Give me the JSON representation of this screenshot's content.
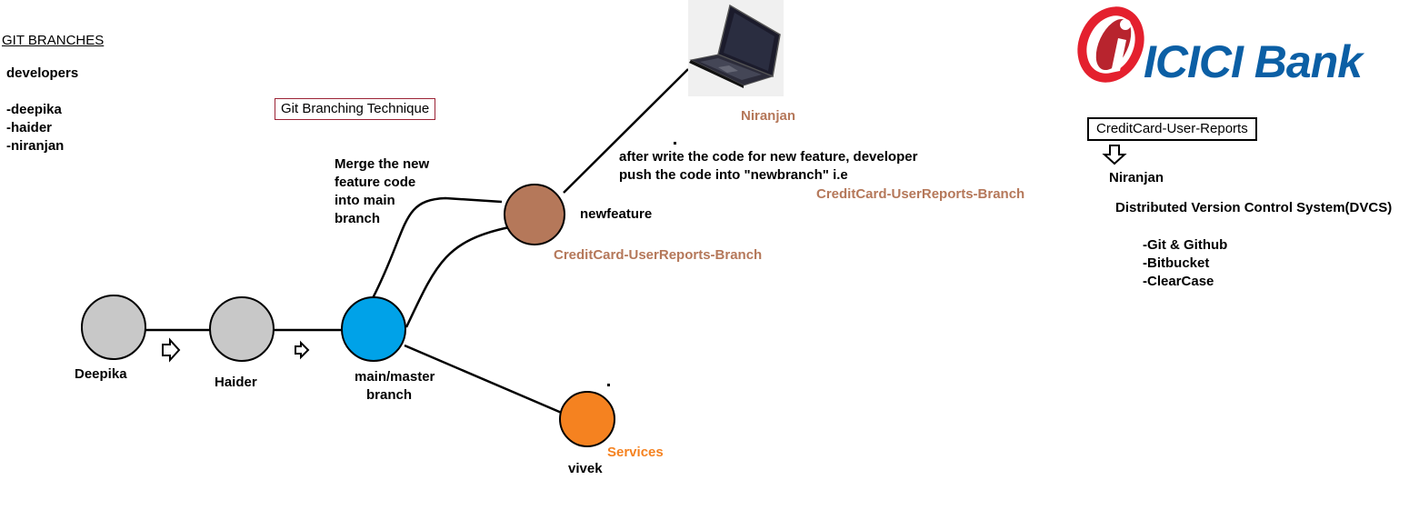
{
  "header": {
    "title": "GIT BRANCHES",
    "developers_label": "developers",
    "developers": [
      "-deepika",
      "-haider",
      "-niranjan"
    ]
  },
  "technique_box": "Git Branching Technique",
  "nodes": {
    "deepika": "Deepika",
    "haider": "Haider",
    "main_line1": "main/master",
    "main_line2": "branch",
    "newfeature": "newfeature",
    "vivek": "vivek"
  },
  "labels": {
    "merge_lines": [
      "Merge the new",
      "feature code",
      "into main",
      "branch"
    ],
    "branch_name": "CreditCard-UserReports-Branch",
    "niranjan": "Niranjan",
    "after_lines": [
      "after write the code for new feature, developer",
      "push the code into \"newbranch\" i.e"
    ],
    "branch_name_2": "CreditCard-UserReports-Branch",
    "services": "Services"
  },
  "right_panel": {
    "logo_text": "ICICI Bank",
    "report_box": "CreditCard-User-Reports",
    "owner": "Niranjan",
    "dvcs": "Distributed Version Control System(DVCS)",
    "tools": [
      "-Git & Github",
      "-Bitbucket",
      "-ClearCase"
    ]
  },
  "colors": {
    "gray_node": "#c8c8c8",
    "main_node": "#00a2e8",
    "feature_node": "#b5785a",
    "services_node": "#f58220",
    "logo_blue": "#0b5fa5",
    "logo_red": "#e4202e"
  },
  "icons": [
    "laptop-icon",
    "arrow-right-icon",
    "arrow-down-icon",
    "icici-logo-icon"
  ]
}
